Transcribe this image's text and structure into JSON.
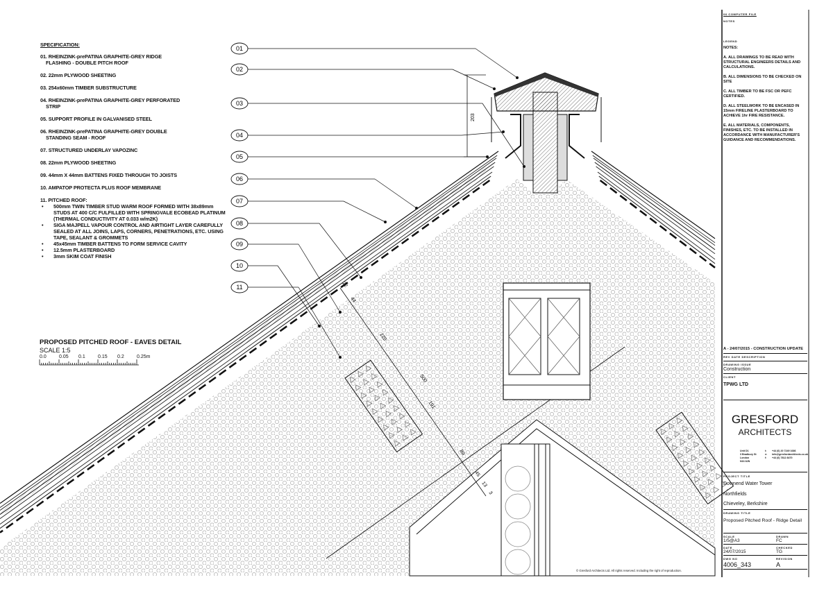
{
  "specification": {
    "heading": "SPECIFICATION:",
    "items": [
      {
        "line1": "01. RHEINZINK-prePATINA GRAPHITE-GREY RIDGE",
        "line2": "FLASHING - DOUBLE PITCH ROOF"
      },
      {
        "line1": "02. 22mm PLYWOOD SHEETING"
      },
      {
        "line1": "03. 254x60mm TIMBER SUBSTRUCTURE"
      },
      {
        "line1": "04. RHEINZINK-prePATINA GRAPHITE-GREY  PERFORATED",
        "line2": "STRIP"
      },
      {
        "line1": "05. SUPPORT PROFILE IN GALVANISED STEEL"
      },
      {
        "line1": "06. RHEINZINK-prePATINA GRAPHITE-GREY DOUBLE",
        "line2": "STANDING SEAM - ROOF"
      },
      {
        "line1": "07. STRUCTURED UNDERLAY VAPOZINC"
      },
      {
        "line1": "08. 22mm PLYWOOD SHEETING"
      },
      {
        "line1": "09. 44mm X 44mm BATTENS FIXED THROUGH TO JOISTS"
      },
      {
        "line1": "10. AMPATOP PROTECTA PLUS ROOF MEMBRANE"
      },
      {
        "line1": "11. PITCHED ROOF:"
      }
    ],
    "bullets": [
      "500mm TWIN TIMBER STUD WARM ROOF FORMED WITH 38x89mm STUDS AT 400 C/C FULFILLED WITH SPRINGVALE ECOBEAD PLATINUM (THERMAL CONDUCTIVITY AT 0.033 w/m2K)",
      "SIGA MAJPELL  VAPOUR CONTROL AND AIRTIGHT LAYER CAREFULLY SEALED AT ALL JOINS, LAPS, CORNERS, PENETRATIONS, ETC. USING TAPE, SEALANT & GROMMETS",
      "45x45mm TIMBER BATTENS TO FORM SERVICE CAVITY",
      "12.5mm PLASTERBOARD",
      "3mm SKIM COAT FINISH"
    ]
  },
  "detail_title": {
    "title": "PROPOSED PITCHED ROOF - EAVES DETAIL",
    "scale": "SCALE 1:5",
    "scale_ticks": [
      "0.0",
      "0.05",
      "0.1",
      "0.15",
      "0.2",
      "0.25m"
    ]
  },
  "callouts": [
    "01",
    "02",
    "03",
    "04",
    "05",
    "06",
    "07",
    "08",
    "09",
    "10",
    "11"
  ],
  "dimensions": {
    "ridge": "203",
    "d22": "22",
    "d44": "44",
    "d220": "220",
    "d500": "500",
    "d191": "191",
    "d89": "89",
    "d45": "45",
    "d13": "13",
    "d3": "3"
  },
  "title_block": {
    "computer_file": "06 COMPUTER FILE",
    "notes_label": "NOTES",
    "legend_label": "LEGEND",
    "notes_heading": "NOTES:",
    "notes": [
      "A. ALL DRAWINGS TO  BE READ WITH STRUCTURAL ENGINEERS DETAILS AND CALCULATIONS.",
      "B. ALL DIMENSIONS TO BE CHECKED ON SITE",
      "C. ALL TIMBER TO BE FSC OR PEFC CERTIFIED.",
      "D. ALL STEELWORK TO BE ENCASED IN 15mm FIRELINE PLASTERBOARD TO ACHIEVE 1hr FIRE RESISTANCE.",
      "E. ALL MATERIALS, COMPONENTS, FINISHES, ETC. TO BE INSTALLED IN ACCORDANCE WITH MANUFACTURER'S GUIDANCE AND RECOMMENDATIONS."
    ],
    "revision_entry": "A - 24/07/2015 - CONSTRUCTION  UPDATE",
    "rev_header": "REV  DATE          DESCRIPTION",
    "drawing_issue_label": "DRAWING ISSUE",
    "drawing_issue": "Construction",
    "client_label": "CLIENT",
    "client": "TPWG LTD",
    "firm_name": "GRESFORD",
    "firm_sub": "ARCHITECTS",
    "address": [
      "Unit D1",
      "3 Bradbury St",
      "London",
      "N16 8JN"
    ],
    "contact_keys": [
      "t:",
      "e:",
      "f:"
    ],
    "contact_values": [
      "+44 (0) 20 7249 1686",
      "info@gresfordarchitects.co.uk",
      "+44 (0) 7812 8470"
    ],
    "project_title_label": "PROJECT TITLE",
    "project_lines": [
      "Downend Water Tower",
      "Northfields",
      "Chieveley, Berkshire"
    ],
    "drawing_title_label": "DRAWING TITLE",
    "drawing_title": "Proposed Pitched Roof - Ridge Detail",
    "scale_label": "SCALE",
    "scale": "1/5@A3",
    "drawn_label": "DRAWN",
    "drawn": "FC",
    "date_label": "DATE",
    "date": "24/07/2015",
    "checked_label": "CHECKED",
    "checked": "TG",
    "dwg_no_label": "DWG NO",
    "dwg_no": "4006_343",
    "revision_label": "REVISION",
    "revision": "A"
  },
  "copyright": "© Gresford Architects Ltd.  All rights reserved.  Including the right of reproduction."
}
